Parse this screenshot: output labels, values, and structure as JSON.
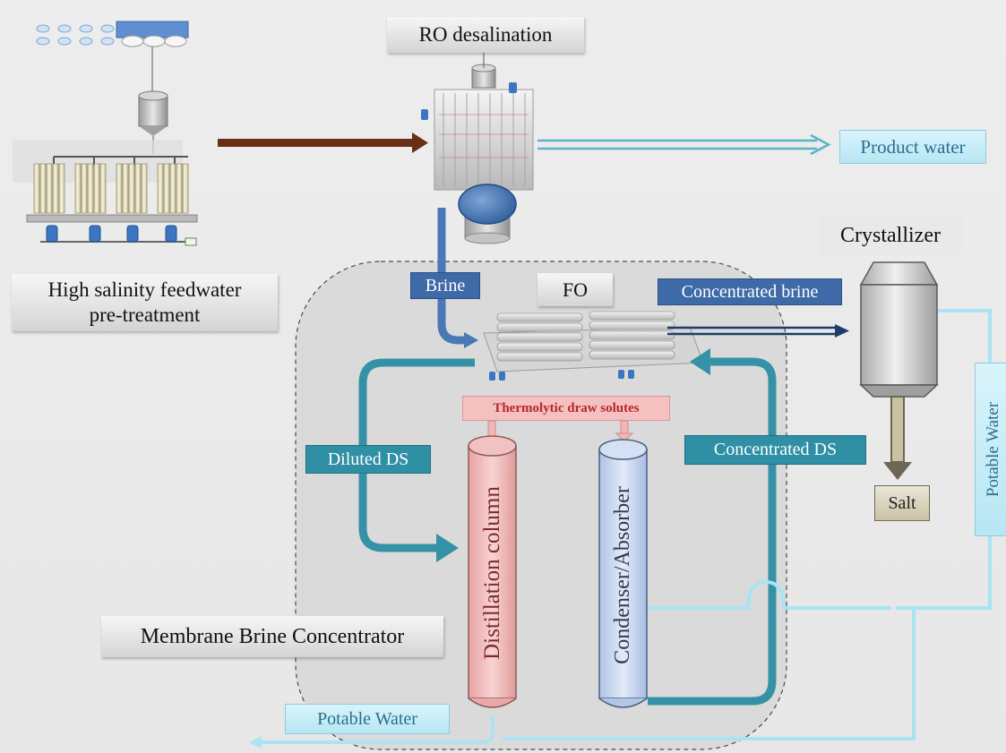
{
  "labels": {
    "ro_desalination": "RO desalination",
    "product_water": "Product water",
    "crystallizer": "Crystallizer",
    "feedwater_line1": "High salinity feedwater",
    "feedwater_line2": "pre-treatment",
    "brine": "Brine",
    "fo": "FO",
    "concentrated_brine": "Concentrated brine",
    "thermolytic_draw_solutes": "Thermolytic draw solutes",
    "diluted_ds": "Diluted DS",
    "concentrated_ds": "Concentrated DS",
    "distillation_column": "Distillation column",
    "condenser_absorber": "Condenser/Absorber",
    "salt": "Salt",
    "potable_water_right": "Potable Water",
    "membrane_brine_concentrator": "Membrane Brine Concentrator",
    "potable_water_bottom": "Potable Water"
  },
  "colors": {
    "feed_arrow": "#6b2f17",
    "product_arrow": "#58b4c6",
    "brine_arrow": "#4a78b5",
    "concentrated_brine_arrow": "#1d3d6b",
    "ds_loop": "#3592a6",
    "potable_line": "#a9e3f4",
    "distillation_fill": "#f1b8b8",
    "condenser_fill": "#c6d6ef",
    "crystallizer_fill": "#c7c7c7",
    "salt_arrow": "#6c6655"
  },
  "icons": [
    "pretreatment-plant-icon",
    "ro-unit-icon",
    "fo-module-icon",
    "crystallizer-vessel-icon"
  ]
}
